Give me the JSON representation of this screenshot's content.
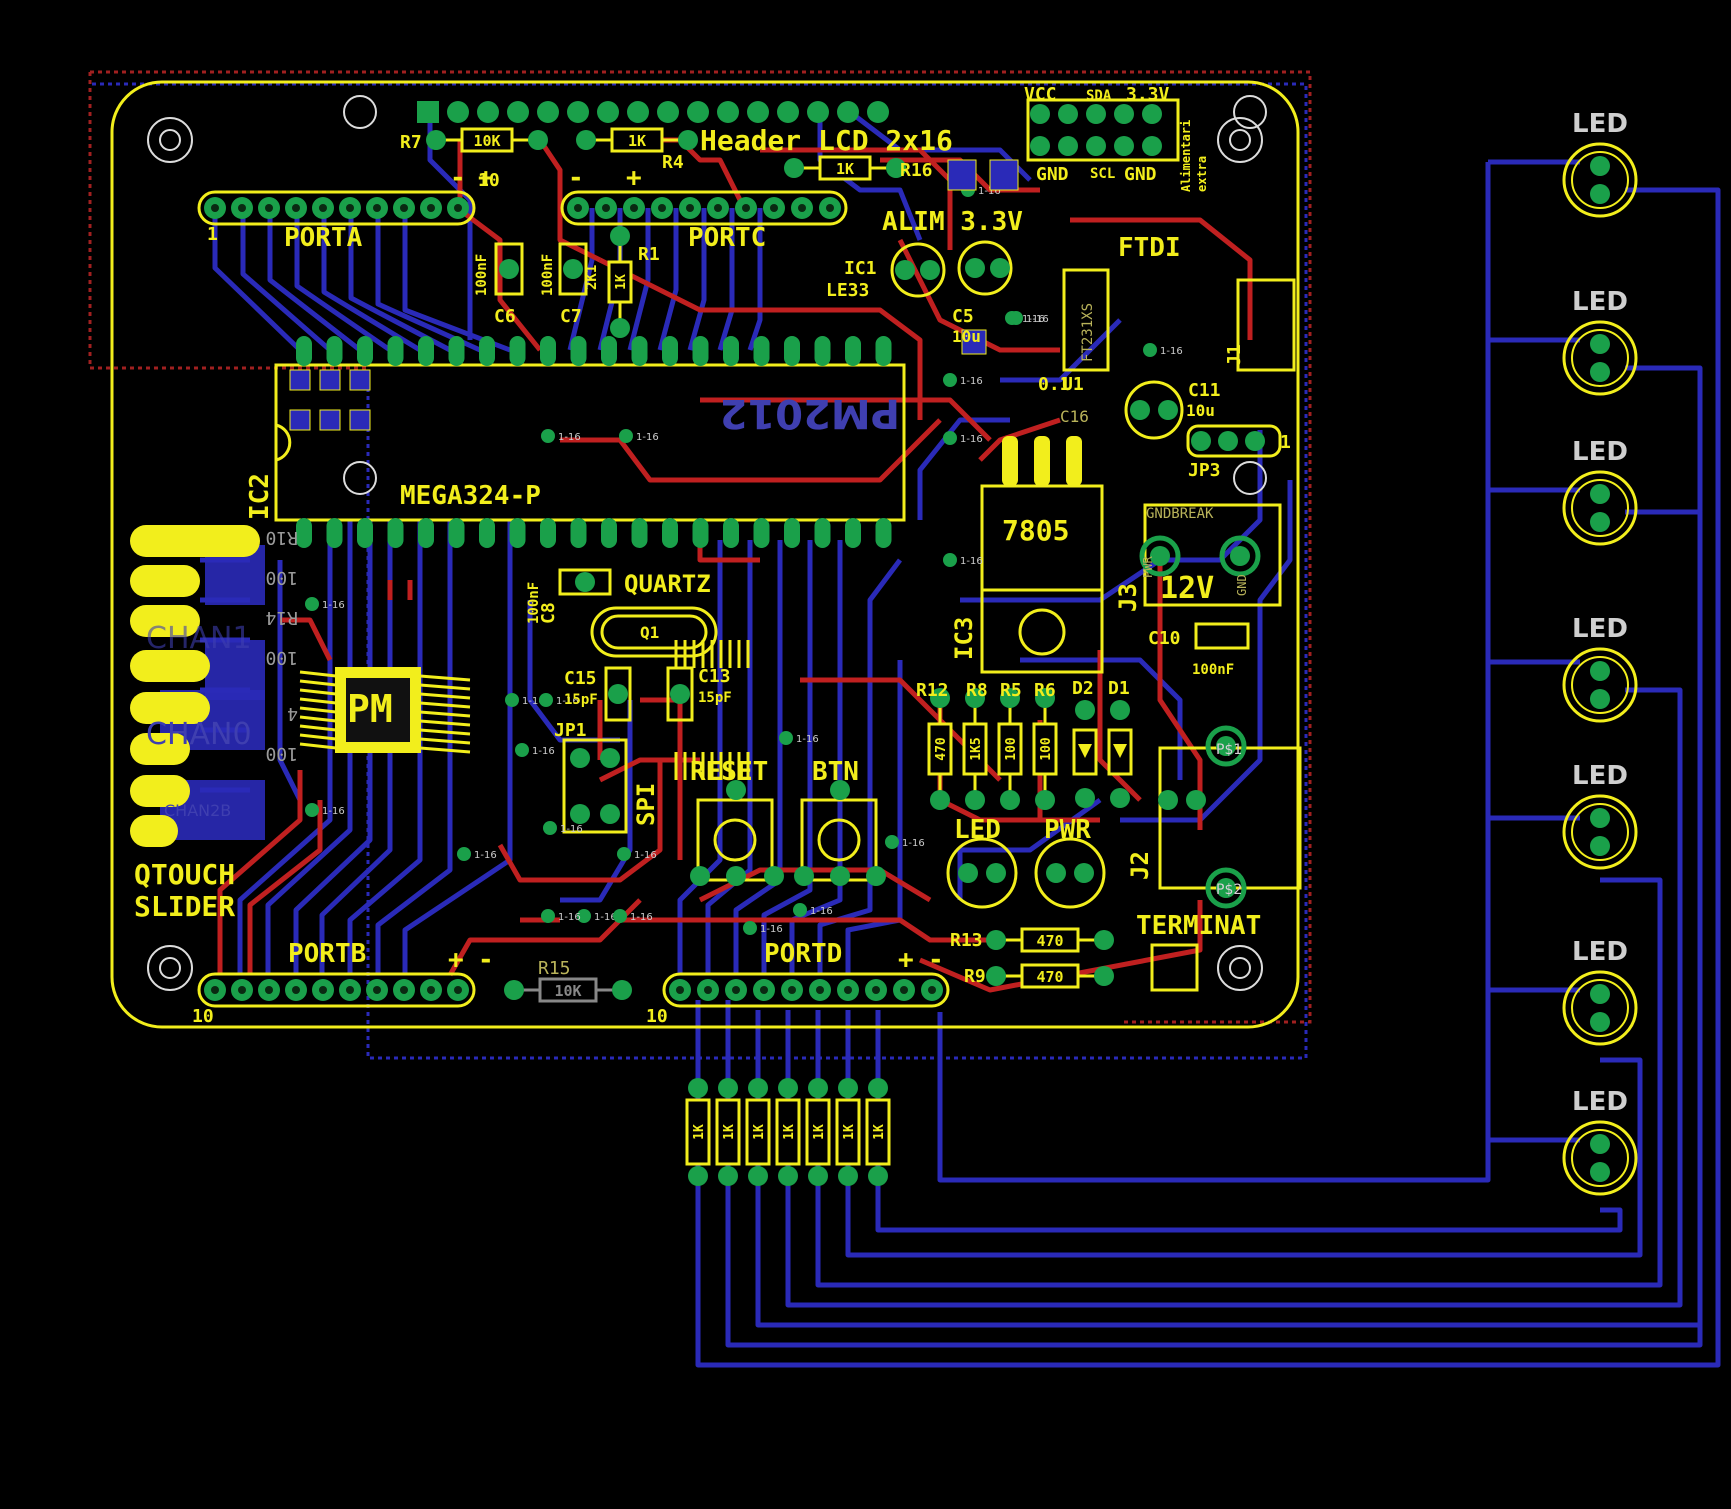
{
  "colors": {
    "background": "#000000",
    "silkscreen": "#f2ee1c",
    "top_copper": "#c02020",
    "bottom_copper": "#2a2ab8",
    "pad": "#1aa04a",
    "dimension": "#a02020",
    "led_outline": "#f2ee1c"
  },
  "board": {
    "title": "Header LCD 2x16",
    "chip_logo": "PM",
    "chip_mirror_text": "PM2012",
    "mcu_label": "MEGA324-P"
  },
  "headers": {
    "porta": "PORTA",
    "portb": "PORTB",
    "portc": "PORTC",
    "portd": "PORTD",
    "pin_one": "1",
    "pin_ten": "10",
    "plus": "+",
    "minus": "-"
  },
  "components": {
    "r7": "R7",
    "r7_val": "10K",
    "r4": "R4",
    "r4_val": "1K",
    "r16": "R16",
    "r16_val": "1K",
    "r1": "R1",
    "r1_val": "1K",
    "r1_ref": "2K1",
    "c6": "C6",
    "c7": "C7",
    "c8": "C8",
    "c100nf": "100nF",
    "c5": "C5",
    "c5_val": "10u",
    "c11": "C11",
    "c11_val": "10u",
    "c10": "C10",
    "c10_val": "100nF",
    "ic1": "IC1",
    "ic1_val": "LE33",
    "ic2": "IC2",
    "ic3": "IC3",
    "ic3_val": "7805",
    "u1": "U1",
    "u1_cap": "0.1",
    "c16": "C16",
    "ftdi": "FTDI",
    "ftdi_chip": "FT231XS",
    "j1": "J1",
    "j2": "J2",
    "j3": "J3",
    "jp1": "JP1",
    "jp3": "JP3",
    "jp3_pin": "1",
    "quartz": "QUARTZ",
    "q1": "Q1",
    "c15": "C15",
    "c15_val": "15pF",
    "c13": "C13",
    "c13_val": "15pF",
    "spi": "SPI",
    "reset": "RESET",
    "btn": "BTN",
    "led": "LED",
    "pwr": "PWR",
    "r12": "R12",
    "r8": "R8",
    "r5": "R5",
    "r6": "R6",
    "d2": "D2",
    "d1": "D1",
    "r12_val": "470",
    "r8_val": "1K5",
    "r5_val": "100",
    "r6_val": "100",
    "r13": "R13",
    "r13_val": "470",
    "r9": "R9",
    "r9_val": "470",
    "r15": "R15",
    "r15_val": "10K",
    "alim": "ALIM 3.3V",
    "v12": "12V",
    "terminat": "TERMINAT",
    "qtouch1": "QTOUCH",
    "qtouch2": "SLIDER",
    "vcc": "VCC",
    "sda": "SDA",
    "v33": "3.3V",
    "gnd": "GND",
    "scl": "SCL",
    "alim_extra1": "Alimentari",
    "alim_extra2": "extra",
    "gndbreak": "GNDBREAK",
    "pwr_pad": "PWR",
    "gnd_pad": "GND",
    "ps1": "P$1",
    "ps2": "P$2",
    "chan0": "CHAN0",
    "chan1": "CHAN1",
    "chan2b": "CHAN2B",
    "side_r10": "R10",
    "side_100a": "100",
    "side_r14": "R14",
    "side_100b": "100",
    "side_4": "4",
    "side_100c": "100",
    "via": "1-16",
    "ext_r_val": "1K"
  },
  "leds_right": [
    "LED",
    "LED",
    "LED",
    "LED",
    "LED",
    "LED",
    "LED"
  ]
}
